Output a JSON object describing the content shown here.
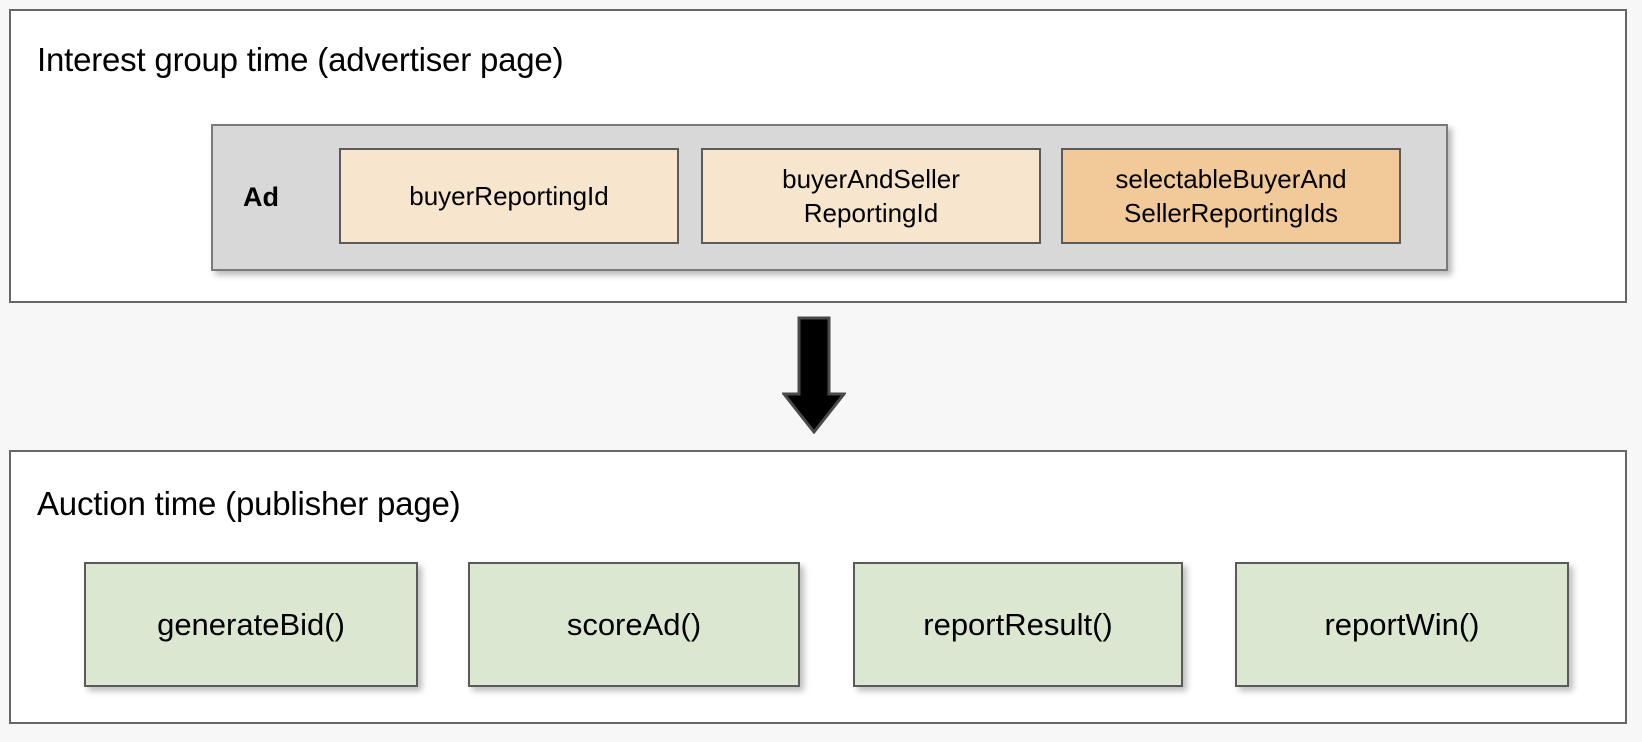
{
  "diagram": {
    "background_color": "#f7f7f7",
    "sections": {
      "advertiser": {
        "title": "Interest group time (advertiser page)",
        "ad_group": {
          "label": "Ad",
          "container_color": "#d8d8d8",
          "boxes": [
            {
              "label": "buyerReportingId",
              "color": "#f7e5ce"
            },
            {
              "label": "buyerAndSeller\nReportingId",
              "line1": "buyerAndSeller",
              "line2": "ReportingId",
              "color": "#f7e5ce"
            },
            {
              "label": "selectableBuyerAnd\nSellerReportingIds",
              "line1": "selectableBuyerAnd",
              "line2": "SellerReportingIds",
              "color": "#f2c999"
            }
          ]
        }
      },
      "publisher": {
        "title": "Auction time (publisher page)",
        "functions": [
          {
            "label": "generateBid()",
            "color": "#dbe7d0"
          },
          {
            "label": "scoreAd()",
            "color": "#dbe7d0"
          },
          {
            "label": "reportResult()",
            "color": "#dbe7d0"
          },
          {
            "label": "reportWin()",
            "color": "#dbe7d0"
          }
        ]
      }
    },
    "connector": {
      "name": "down-arrow",
      "direction": "down",
      "color": "#000000"
    }
  }
}
